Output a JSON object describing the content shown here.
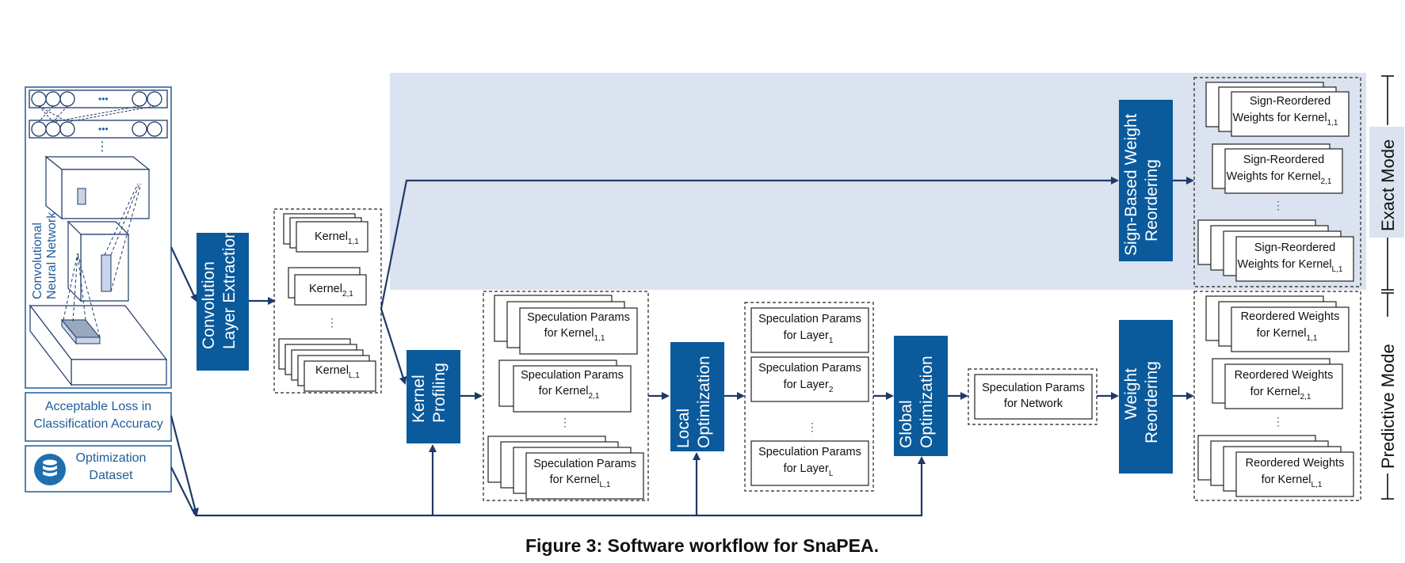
{
  "figure": {
    "caption": "Figure 3: Software workflow for SnaPEA."
  },
  "input": {
    "network_label_1": "Convolutional",
    "network_label_2": "Neural Network",
    "dots": "•••",
    "loss_line1": "Acceptable Loss in",
    "loss_line2": "Classification Accuracy",
    "dataset_line1": "Optimization",
    "dataset_line2": "Dataset"
  },
  "steps": {
    "conv_extract_1": "Convolution",
    "conv_extract_2": "Layer Extraction",
    "kernel_profiling_1": "Kernel",
    "kernel_profiling_2": "Profiling",
    "local_opt_1": "Local",
    "local_opt_2": "Optimization",
    "global_opt_1": "Global",
    "global_opt_2": "Optimization",
    "sign_reorder_1": "Sign-Based Weight",
    "sign_reorder_2": "Reordering",
    "weight_reorder_1": "Weight",
    "weight_reorder_2": "Reordering"
  },
  "kernels": {
    "name": "Kernel",
    "sub1": "1,1",
    "sub2": "2,1",
    "subL": "L,1",
    "ellipsis": "⋮"
  },
  "spec_kernel": {
    "line1": "Speculation Params",
    "line2": "for Kernel"
  },
  "spec_layer": {
    "line1": "Speculation Params",
    "line2": "for Layer",
    "sub1": "1",
    "sub2": "2",
    "subL": "L"
  },
  "spec_network": {
    "line1": "Speculation Params",
    "line2": "for Network"
  },
  "sign_reordered": {
    "line1": "Sign-Reordered",
    "line2": "Weights for Kernel"
  },
  "reordered": {
    "line1": "Reordered Weights",
    "line2": "for Kernel"
  },
  "modes": {
    "exact": "Exact Mode",
    "predictive": "Predictive Mode"
  },
  "colors": {
    "accent": "#0a5a9c",
    "exact_band": "#dae3ef",
    "arrow": "#1f3a68"
  }
}
